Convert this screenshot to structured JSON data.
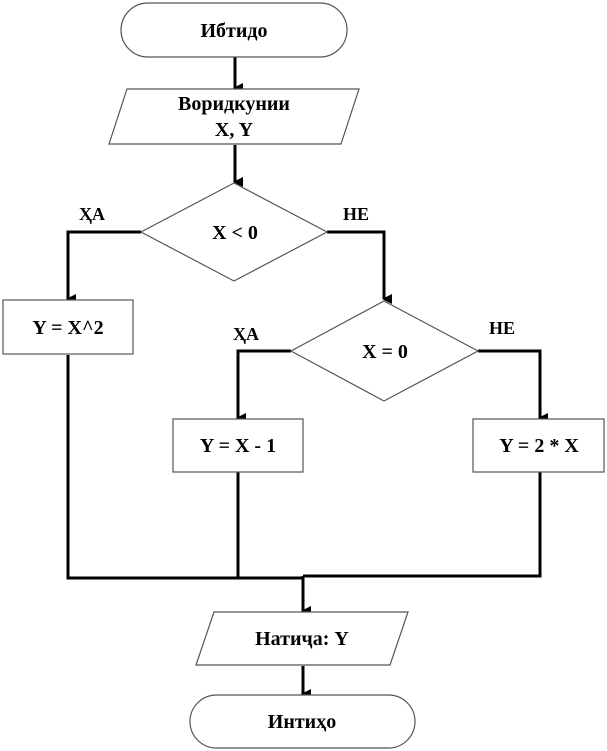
{
  "nodes": {
    "start": "Ибтидо",
    "input": {
      "line1": "Воридкунии",
      "line2": "X, Y"
    },
    "cond1": "X < 0",
    "proc1": "Y = X^2",
    "cond2": "X = 0",
    "proc2": "Y = X - 1",
    "proc3": "Y = 2 * X",
    "output": "Натиҷа: Y",
    "end": "Интиҳо"
  },
  "branch_labels": {
    "cond1_yes": "ҲА",
    "cond1_no": "НЕ",
    "cond2_yes": "ҲА",
    "cond2_no": "НЕ"
  }
}
